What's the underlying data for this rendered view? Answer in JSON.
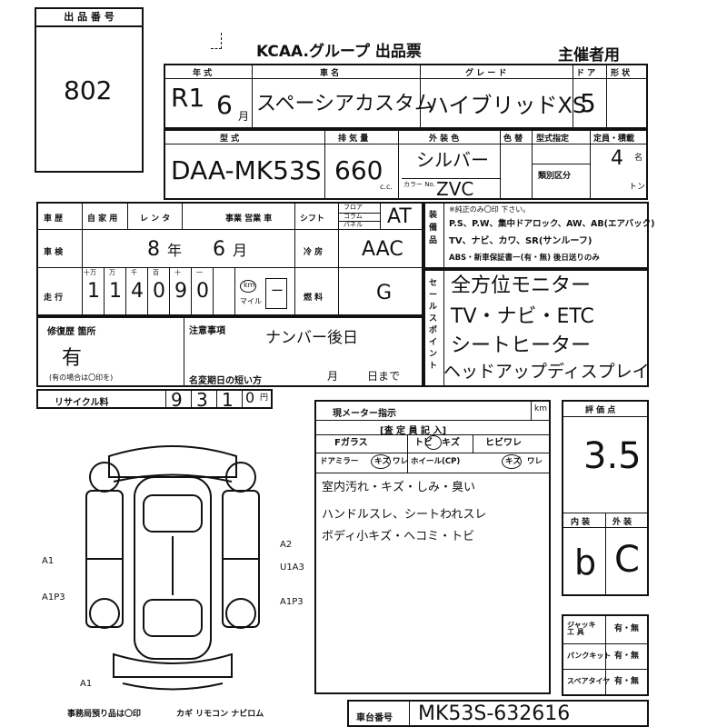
{
  "lot": {
    "label": "出 品 番 号",
    "number": "802"
  },
  "header": {
    "title": "KCAA.グループ 出品票",
    "host": "主催者用"
  },
  "row1": {
    "labels": {
      "year": "年 式",
      "model": "車 名",
      "grade": "グ レ ー ド",
      "doors": "ド ア",
      "body": "形 状"
    },
    "year": "R1",
    "month": "6",
    "month_unit": "月",
    "model": "スペーシアカスタム",
    "grade": "ハイブリッドXS",
    "doors": "5"
  },
  "row2": {
    "labels": {
      "type": "型 式",
      "cc": "排 気 量",
      "color": "外 装 色",
      "color_change": "色 替",
      "type_designation": "型式指定",
      "capacity": "定員・積載",
      "category": "類別区分"
    },
    "type": "DAA-MK53S",
    "cc": "660",
    "cc_unit": "c.c.",
    "color": "シルバー",
    "color_code_label": "カラー No.",
    "color_code": "ZVC",
    "capacity": "4",
    "capacity_unit": "名",
    "load_unit": "トン"
  },
  "usage": {
    "labels": [
      "車 歴",
      "自 家 用",
      "レ ン タ",
      "事業 営業 車"
    ]
  },
  "shaken": {
    "label": "車 検",
    "year": "8",
    "year_unit": "年",
    "month": "6",
    "month_unit": "月"
  },
  "mileage": {
    "label": "走 行",
    "unit_marks": [
      "十万",
      "万",
      "千",
      "百",
      "十",
      "一"
    ],
    "digits": [
      "1",
      "1",
      "4",
      "0",
      "9",
      "0"
    ],
    "km": "km",
    "mile": "マイル",
    "mile_value": "ー"
  },
  "shift": {
    "label": "シフト",
    "options": [
      "フロア",
      "コラム",
      "パネル"
    ],
    "value": "AT"
  },
  "ac": {
    "label": "冷 房",
    "value": "AAC"
  },
  "fuel": {
    "label": "燃 料",
    "value": "G"
  },
  "equipment": {
    "label": "装 備 品",
    "note": "※純正のみ〇印 下さい。",
    "line1": "P.S、P.W、集中ドアロック、AW、AB(エアバック)",
    "line2": "TV、ナビ、カワ、SR(サンルーフ)",
    "line3": "ABS・新車保証書ー(有・無) 後日送りのみ"
  },
  "sales_point": {
    "label": "セールスポイント",
    "lines": [
      "全方位モニター",
      "TV・ナビ・ETC",
      "シートヒーター",
      "ヘッドアップディスプレイ"
    ]
  },
  "repair": {
    "label": "修復歴 箇所",
    "value": "有",
    "note": "(有の場合は〇印を)"
  },
  "notes": {
    "label": "注意事項",
    "value": "ナンバー後日",
    "reg_label": "名変期日の短い方",
    "month": "月",
    "day": "日まで"
  },
  "recycle": {
    "label": "リサイクル料",
    "digits": [
      "9",
      "3",
      "1",
      "0"
    ],
    "unit": "円"
  },
  "meter": {
    "label": "現メーター指示",
    "unit": "km"
  },
  "inspection": {
    "title": "[査 定 員 記 入]",
    "row1": [
      "Fガラス",
      "トビ",
      "キズ",
      "ヒビワレ"
    ],
    "row2": [
      "ドアミラー",
      "キズ",
      "ワレ",
      "ホイール(CP)",
      "キズ",
      "ワレ"
    ],
    "remarks": [
      "室内汚れ・キズ・しみ・臭い",
      "ハンドルスレ、シートわれスレ",
      "ボディ小キズ・ヘコミ・トビ"
    ]
  },
  "grade_box": {
    "label": "評 価 点",
    "score": "3.5",
    "interior_label": "内 装",
    "exterior_label": "外 装",
    "interior": "b",
    "exterior": "C"
  },
  "diagram": {
    "marks": [
      "A2",
      "A1",
      "U1A3",
      "A1P3",
      "A1P3",
      "A1"
    ]
  },
  "tools": {
    "jack": "ジャッキ 工 具",
    "puncture": "パンクキット",
    "spare": "スペアタイヤ",
    "option": "有・無"
  },
  "bottom": {
    "docs_label": "事務局預り品は〇印",
    "items": "カギ リモコン ナビロム",
    "chassis_label": "車台番号",
    "chassis": "MK53S-632616"
  }
}
